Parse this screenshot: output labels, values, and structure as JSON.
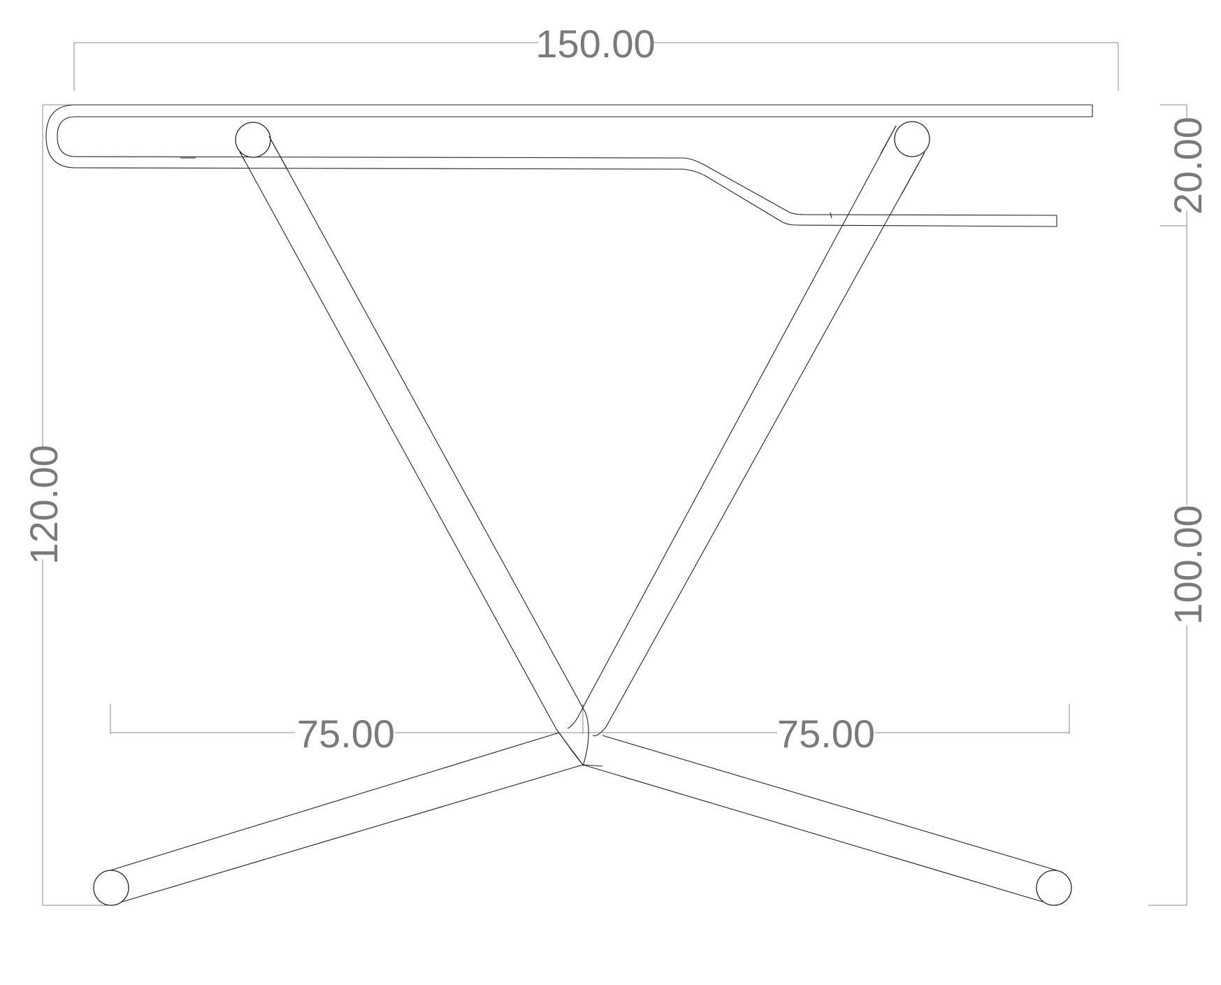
{
  "dimensions": {
    "overall_width": "150.00",
    "overall_height": "120.00",
    "top_step": "20.00",
    "leg_height": "100.00",
    "left_foot_span": "75.00",
    "right_foot_span": "75.00"
  },
  "colors": {
    "outline": "#222222",
    "dimension": "#8a8a8a",
    "background": "#ffffff"
  }
}
